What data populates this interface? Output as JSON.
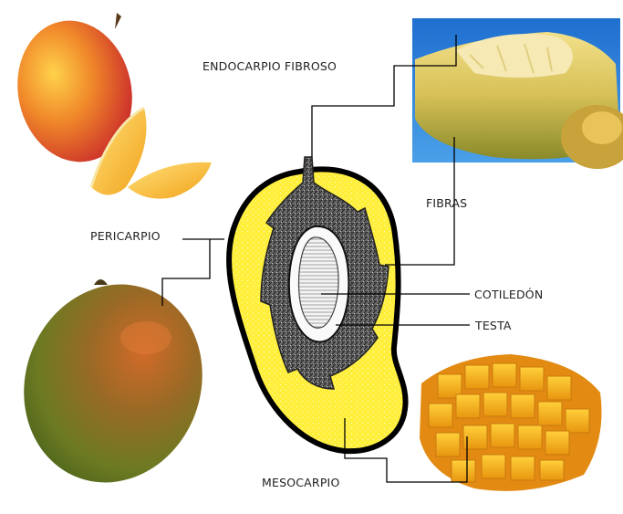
{
  "diagram": {
    "labels": {
      "endocarpio": "ENDOCARPIO FIBROSO",
      "fibras": "FIBRAS",
      "pericarpio": "PERICARPIO",
      "cotiledon": "COTILEDÓN",
      "testa": "TESTA",
      "mesocarpio": "MESOCARPIO"
    }
  },
  "colors": {
    "mesocarp_yellow": "#ffef3a",
    "outline": "#000000",
    "mango_red": "#d8322a",
    "mango_orange": "#f5a21f",
    "mango_green": "#6a7a22",
    "flesh_orange": "#f9b51a",
    "photo_sky": "#2f7fd6"
  }
}
